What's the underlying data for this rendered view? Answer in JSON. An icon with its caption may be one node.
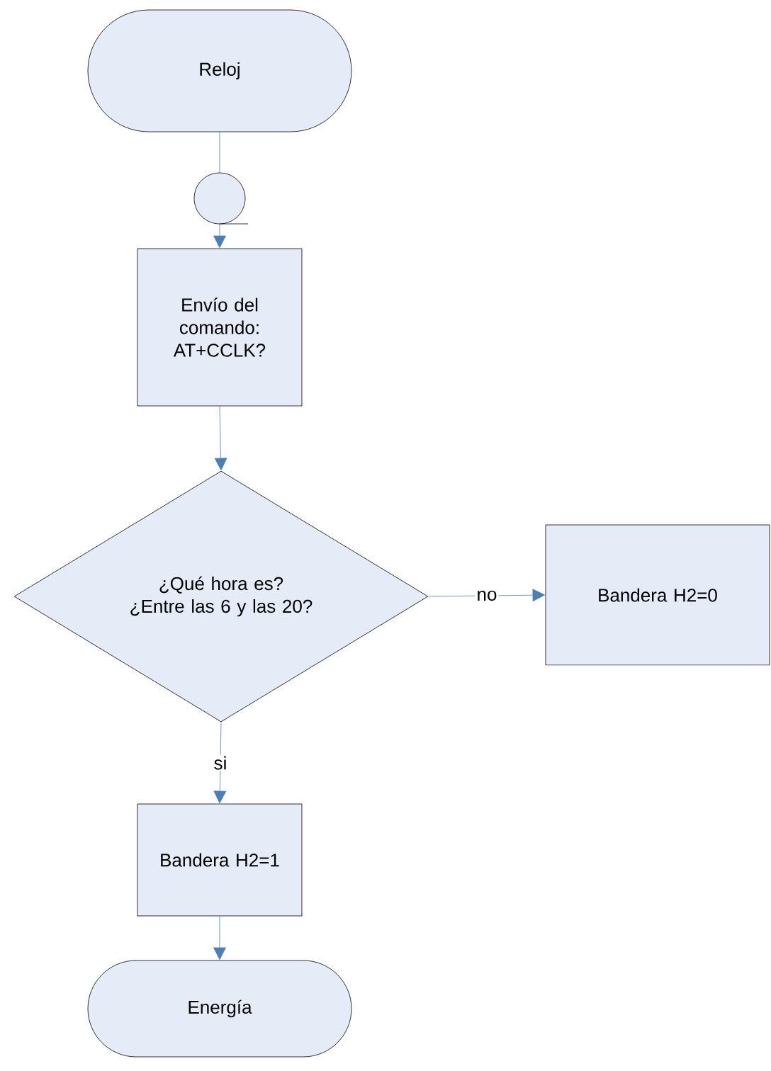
{
  "diagram": {
    "nodes": [
      {
        "text": [
          "Reloj"
        ]
      },
      {
        "text": [],
        "shape": "circle"
      },
      {
        "text": [
          "Envío del comando: AT+CCLK?"
        ]
      },
      {
        "text": [
          "¿Qué hora es? ¿Entre las 6 y las 20?"
        ]
      },
      {
        "text": [
          "Bandera H2=0"
        ]
      },
      {
        "text": [
          "Bandera H2=1"
        ]
      },
      {
        "text": [
          "Energía"
        ]
      }
    ],
    "edges": [
      {
        "from": 0,
        "to": 1,
        "arrow": "none"
      },
      {
        "from": 1,
        "to": 2,
        "arrow": "to"
      },
      {
        "from": 2,
        "to": 3,
        "arrow": "to"
      },
      {
        "from": 3,
        "to": 4,
        "arrow": "to",
        "label": "no"
      },
      {
        "from": 3,
        "to": 5,
        "arrow": "to",
        "label": "si"
      },
      {
        "from": 5,
        "to": 6,
        "arrow": "to"
      }
    ]
  }
}
